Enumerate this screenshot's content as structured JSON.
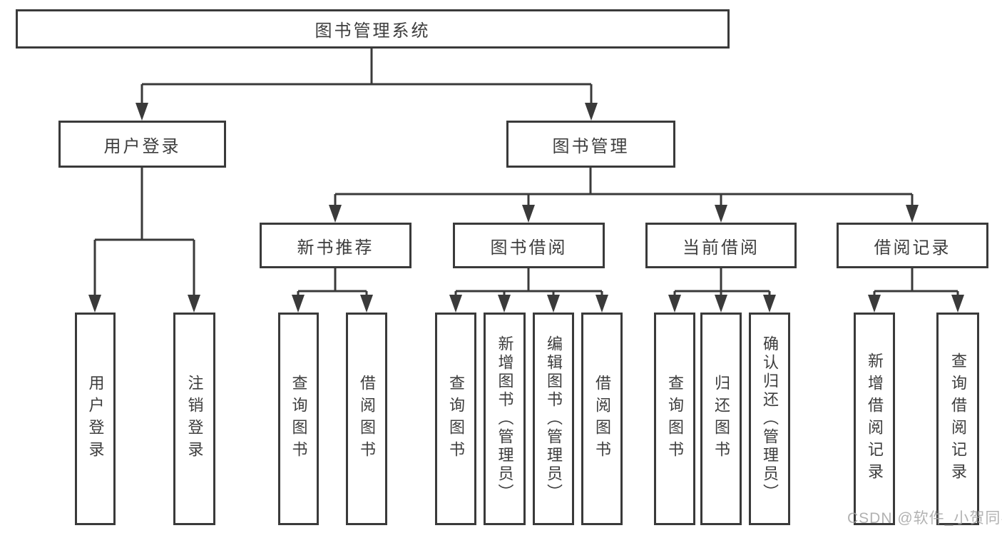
{
  "diagram_title": "图书管理系统",
  "nodes": {
    "root": {
      "label": "图书管理系统"
    },
    "user_login": {
      "label": "用户登录"
    },
    "book_mgmt": {
      "label": "图书管理"
    },
    "new_book_rec": {
      "label": "新书推荐"
    },
    "book_borrow": {
      "label": "图书借阅"
    },
    "current_borrow": {
      "label": "当前借阅"
    },
    "borrow_record": {
      "label": "借阅记录"
    },
    "leaf_login": {
      "label": "用户登录"
    },
    "leaf_logout": {
      "label": "注销登录"
    },
    "leaf_nbr_query": {
      "label": "查询图书"
    },
    "leaf_nbr_borrow": {
      "label": "借阅图书"
    },
    "leaf_bb_query": {
      "label": "查询图书"
    },
    "leaf_bb_add": {
      "label": "新增图书（管理员）"
    },
    "leaf_bb_edit": {
      "label": "编辑图书（管理员）"
    },
    "leaf_bb_borrow": {
      "label": "借阅图书"
    },
    "leaf_cb_query": {
      "label": "查询图书"
    },
    "leaf_cb_return": {
      "label": "归还图书"
    },
    "leaf_cb_confirm": {
      "label": "确认归还（管理员）"
    },
    "leaf_br_add": {
      "label": "新增借阅记录"
    },
    "leaf_br_query": {
      "label": "查询借阅记录"
    }
  },
  "hierarchy": {
    "图书管理系统": {
      "用户登录": [
        "用户登录",
        "注销登录"
      ],
      "图书管理": {
        "新书推荐": [
          "查询图书",
          "借阅图书"
        ],
        "图书借阅": [
          "查询图书",
          "新增图书（管理员）",
          "编辑图书（管理员）",
          "借阅图书"
        ],
        "当前借阅": [
          "查询图书",
          "归还图书",
          "确认归还（管理员）"
        ],
        "借阅记录": [
          "新增借阅记录",
          "查询借阅记录"
        ]
      }
    }
  },
  "watermark": {
    "text": "CSDN @软件_小贺同学"
  },
  "colors": {
    "background": "#ffffff",
    "line": "#3a3a3a",
    "box_border": "#3a3a3a",
    "text": "#3d3d3d",
    "watermark": "#a5a5a5"
  }
}
